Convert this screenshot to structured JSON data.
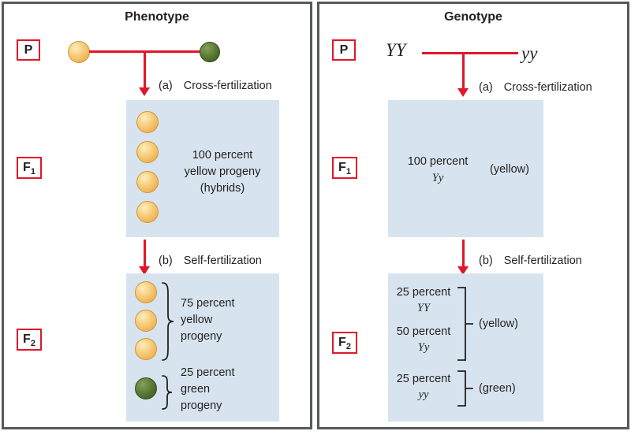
{
  "colors": {
    "red": "#e0162b",
    "border": "#58595b",
    "box_bg": "#d7e4ef",
    "text": "#231f20",
    "pea_yellow": "#f6c96f",
    "pea_green": "#4e6e2e"
  },
  "left": {
    "title": "Phenotype",
    "p_label": "P",
    "step_a": {
      "num": "(a)",
      "label": "Cross-fertilization"
    },
    "step_b": {
      "num": "(b)",
      "label": "Self-fertilization"
    },
    "f1": {
      "base": "F",
      "sub": "1",
      "text": "100 percent\nyellow progeny\n(hybrids)"
    },
    "f2": {
      "base": "F",
      "sub": "2",
      "yellow_text": "75 percent\nyellow\nprogeny",
      "green_text": "25 percent\ngreen\nprogeny"
    }
  },
  "right": {
    "title": "Genotype",
    "p_label": "P",
    "parent1": "YY",
    "parent2": "yy",
    "step_a": {
      "num": "(a)",
      "label": "Cross-fertilization"
    },
    "step_b": {
      "num": "(b)",
      "label": "Self-fertilization"
    },
    "f1": {
      "base": "F",
      "sub": "1",
      "percent": "100 percent",
      "genotype": "Yy",
      "phenotype": "(yellow)"
    },
    "f2": {
      "base": "F",
      "sub": "2",
      "groups": [
        {
          "percent": "25 percent",
          "genotype": "YY"
        },
        {
          "percent": "50 percent",
          "genotype": "Yy"
        },
        {
          "percent": "25 percent",
          "genotype": "yy"
        }
      ],
      "yellow_phenotype": "(yellow)",
      "green_phenotype": "(green)"
    }
  }
}
